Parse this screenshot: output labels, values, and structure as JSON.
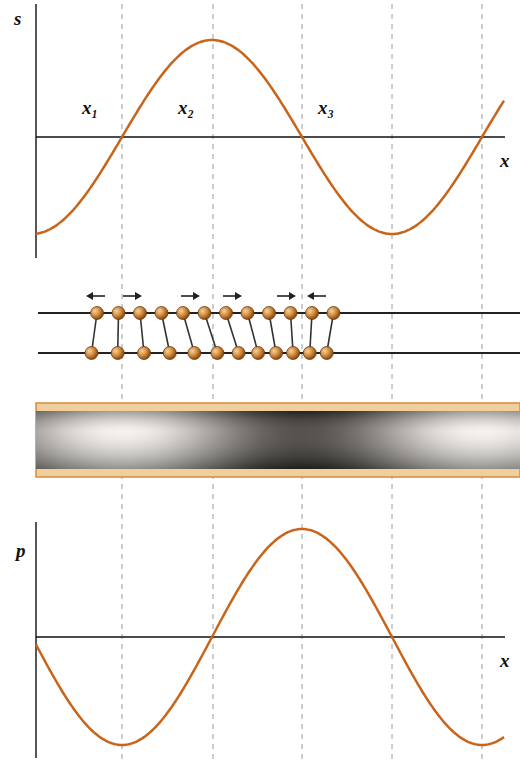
{
  "diagram": {
    "labels": [
      "s",
      "x₁",
      "x₂",
      "x₃",
      "x",
      "p",
      "x"
    ]
  }
}
